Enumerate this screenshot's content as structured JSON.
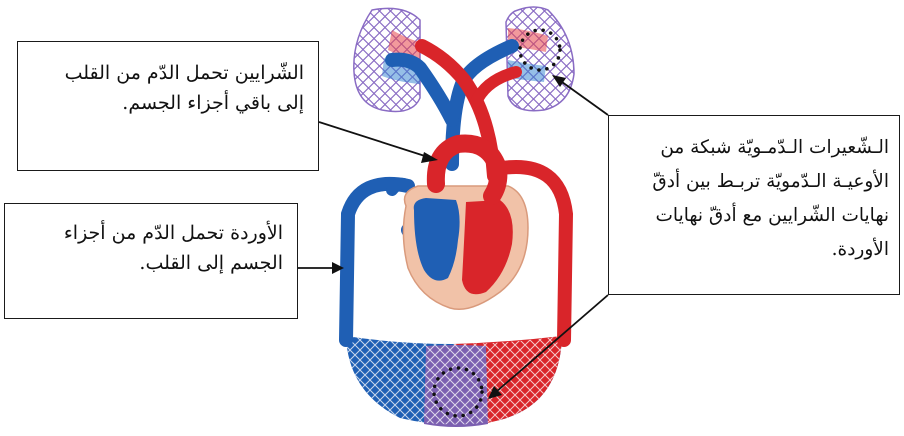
{
  "labels": {
    "arteries": {
      "line1": "الشّرايين تحمل الدّم من القلب",
      "line2": "إلى باقي أجزاء الجسم."
    },
    "veins": {
      "line1": "الأوردة تحمل الدّم من أجزاء",
      "line2": "الجسم إلى القلب."
    },
    "capillaries": {
      "line1": "الـشّعيرات الـدّمـويّة شبكة من",
      "line2": "الأوعيـة الـدّمويّة تربـط بين أدقّ",
      "line3": "نهايات الشّرايين مع أدقّ نهايات",
      "line4": "الأوردة."
    }
  },
  "colors": {
    "artery_red": "#d9252a",
    "vein_blue": "#1f5fb4",
    "capillary_purple": "#7b5fb0",
    "heart_tissue": "#f1c2a8"
  }
}
